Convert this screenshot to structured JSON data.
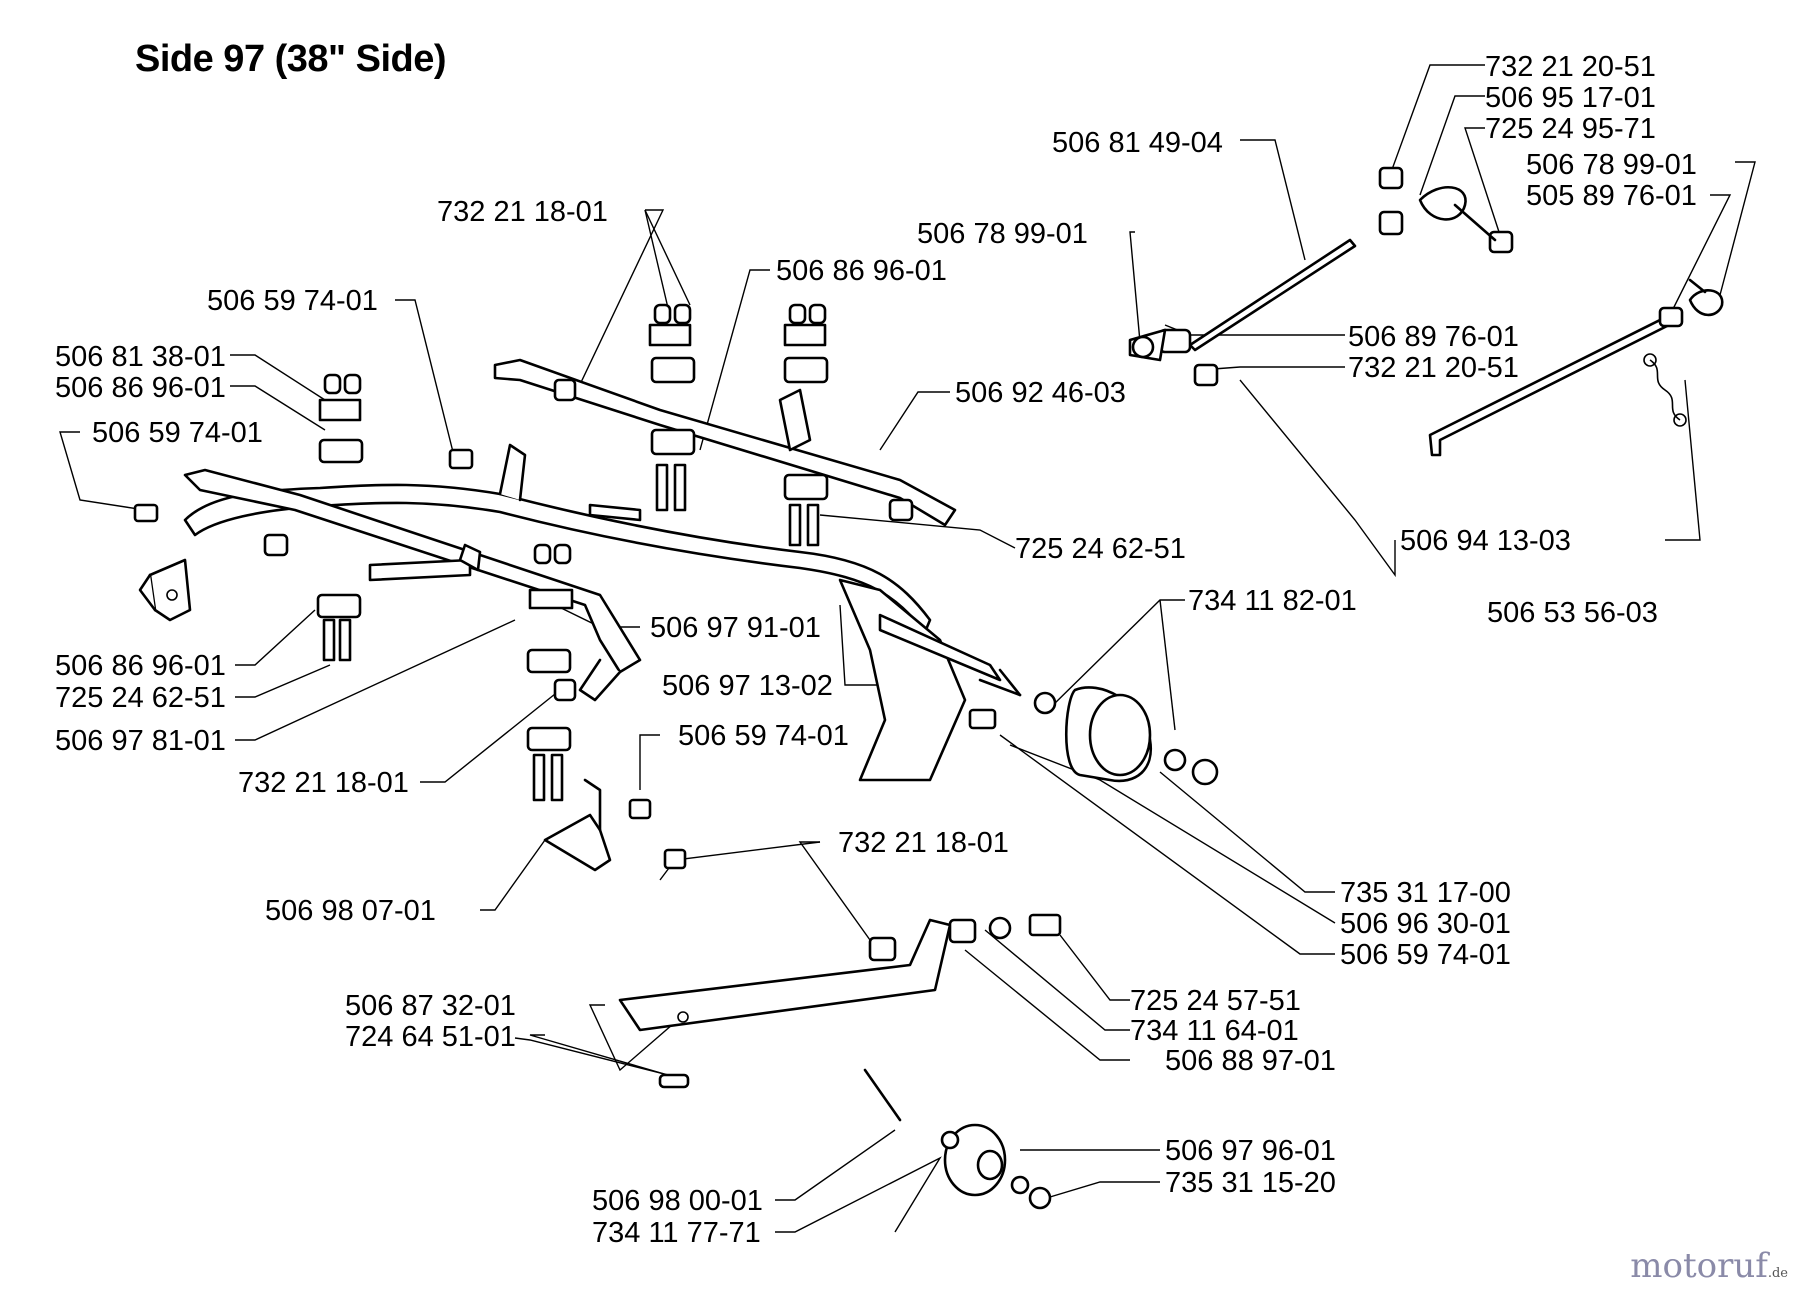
{
  "title": "Side 97 (38\" Side)",
  "watermark": {
    "brand": "motoruf",
    "suffix": ".de"
  },
  "labels": [
    "732 21 20-51",
    "506 95 17-01",
    "725 24 95-71",
    "506 81 49-04",
    "506 78 99-01",
    "505 89 76-01",
    "732 21 18-01",
    "506 78 99-01",
    "506 86 96-01",
    "506 59 74-01",
    "506 81 38-01",
    "506 86 96-01",
    "506 59 74-01",
    "506 89 76-01",
    "732 21 20-51",
    "506 92 46-03",
    "725 24 62-51",
    "506 94 13-03",
    "734 11 82-01",
    "506 53 56-03",
    "506 97 91-01",
    "506 86 96-01",
    "725 24 62-51",
    "506 97 13-02",
    "506 97 81-01",
    "506 59 74-01",
    "732 21 18-01",
    "732 21 18-01",
    "735 31 17-00",
    "506 98 07-01",
    "506 96 30-01",
    "506 59 74-01",
    "725 24 57-51",
    "506 87 32-01",
    "734 11 64-01",
    "724 64 51-01",
    "506 88 97-01",
    "506 97 96-01",
    "735 31 15-20",
    "506 98 00-01",
    "734 11 77-71"
  ]
}
